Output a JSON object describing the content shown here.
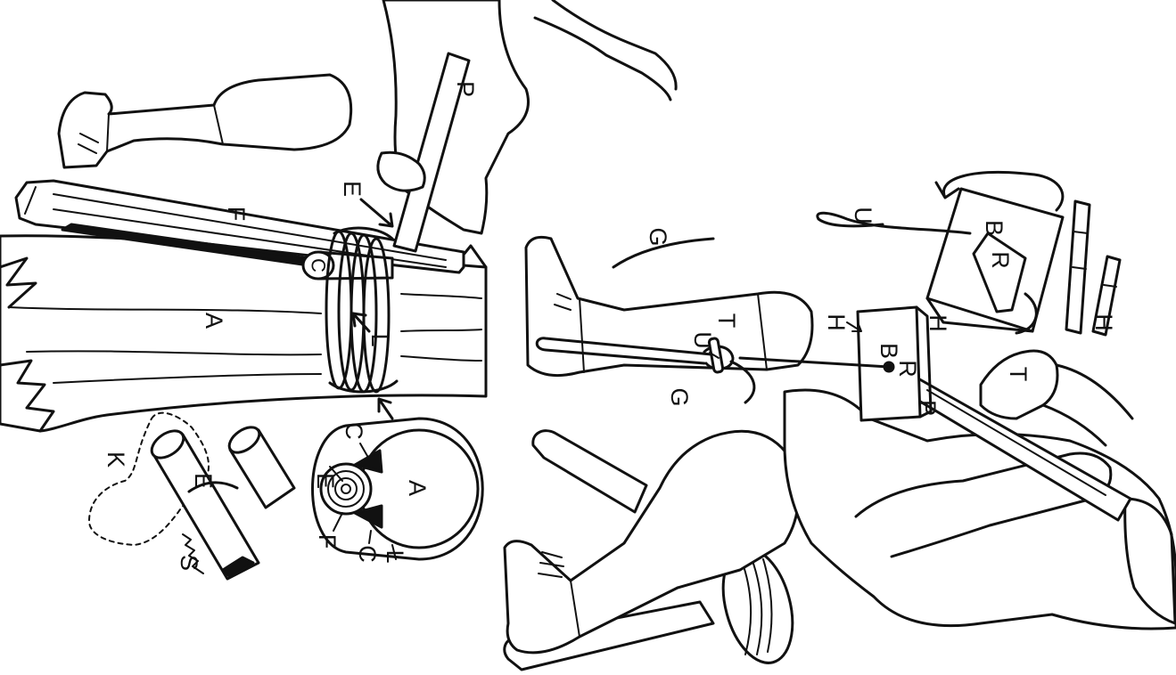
{
  "colors": {
    "ink": "#111111",
    "paper": "#ffffff"
  },
  "log_scene": {
    "labels": [
      "P",
      "E",
      "F",
      "C",
      "A",
      "L"
    ]
  },
  "cut_pieces": {
    "labels": [
      "K",
      "E",
      "S"
    ]
  },
  "cross_section": {
    "labels": [
      "C",
      "E",
      "A",
      "F",
      "C",
      "L"
    ]
  },
  "right_scene": {
    "labels": [
      "U",
      "B",
      "R",
      "G",
      "H",
      "H",
      "T",
      "U",
      "H",
      "B",
      "R",
      "G",
      "P",
      "T"
    ]
  }
}
